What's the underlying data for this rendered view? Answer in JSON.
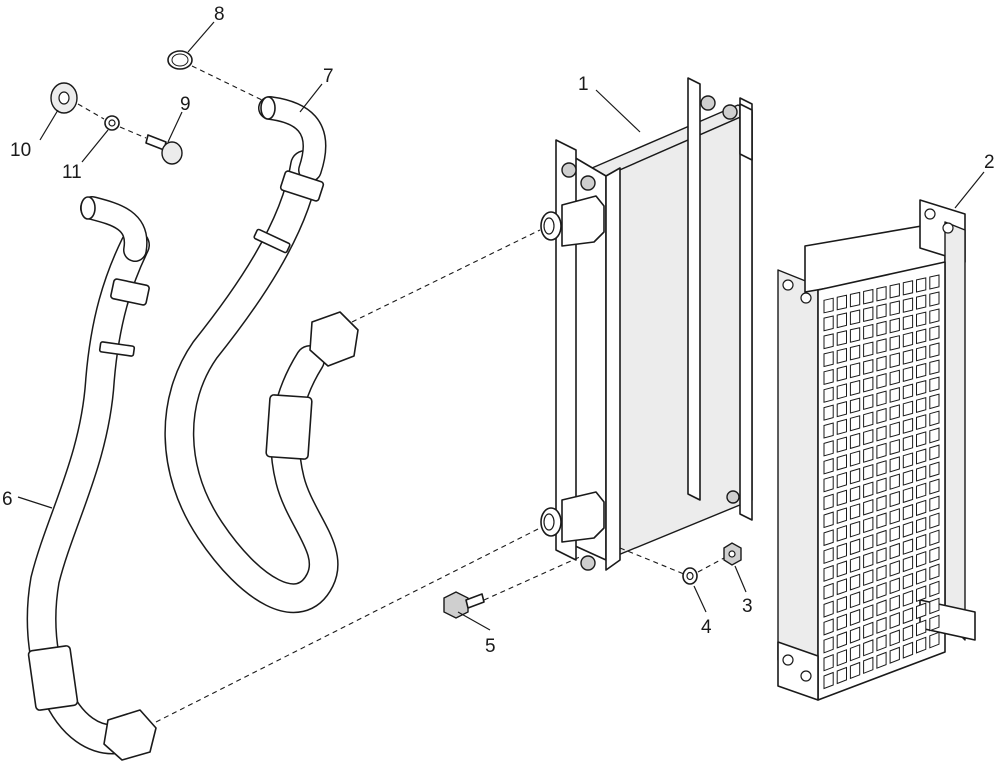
{
  "callouts": [
    {
      "id": "c1",
      "label": "1"
    },
    {
      "id": "c2",
      "label": "2"
    },
    {
      "id": "c3",
      "label": "3"
    },
    {
      "id": "c4",
      "label": "4"
    },
    {
      "id": "c5",
      "label": "5"
    },
    {
      "id": "c6",
      "label": "6"
    },
    {
      "id": "c7",
      "label": "7"
    },
    {
      "id": "c8",
      "label": "8"
    },
    {
      "id": "c9",
      "label": "9"
    },
    {
      "id": "c10",
      "label": "10"
    },
    {
      "id": "c11",
      "label": "11"
    }
  ],
  "colors": {
    "line": "#1a1a1a",
    "background": "#ffffff",
    "shade": "#ececec"
  }
}
